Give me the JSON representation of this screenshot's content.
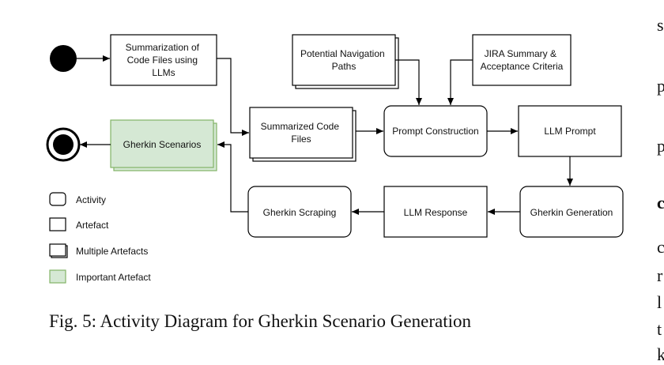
{
  "nodes": {
    "summarization": [
      "Summarization of",
      "Code Files using",
      "LLMs"
    ],
    "navigation": [
      "Potential Navigation",
      "Paths"
    ],
    "jira": [
      "JIRA Summary &",
      "Acceptance Criteria"
    ],
    "summarized_files": [
      "Summarized Code",
      "Files"
    ],
    "prompt_construction": [
      "Prompt Construction"
    ],
    "llm_prompt": [
      "LLM Prompt"
    ],
    "gherkin_scenarios": [
      "Gherkin Scenarios"
    ],
    "gherkin_generation": [
      "Gherkin Generation"
    ],
    "llm_response": [
      "LLM Response"
    ],
    "gherkin_scraping": [
      "Gherkin Scraping"
    ]
  },
  "legend": {
    "activity": "Activity",
    "artefact": "Artefact",
    "multiple": "Multiple Artefacts",
    "important": "Important Artefact"
  },
  "caption": "Fig. 5: Activity Diagram for Gherkin Scenario Generation",
  "margin_letters": [
    "s",
    "p",
    "p",
    "c",
    "c",
    "r",
    "l",
    "t",
    "k"
  ],
  "colors": {
    "important_fill": "#d5e8d4",
    "important_stroke": "#82b366",
    "line": "#000000"
  }
}
